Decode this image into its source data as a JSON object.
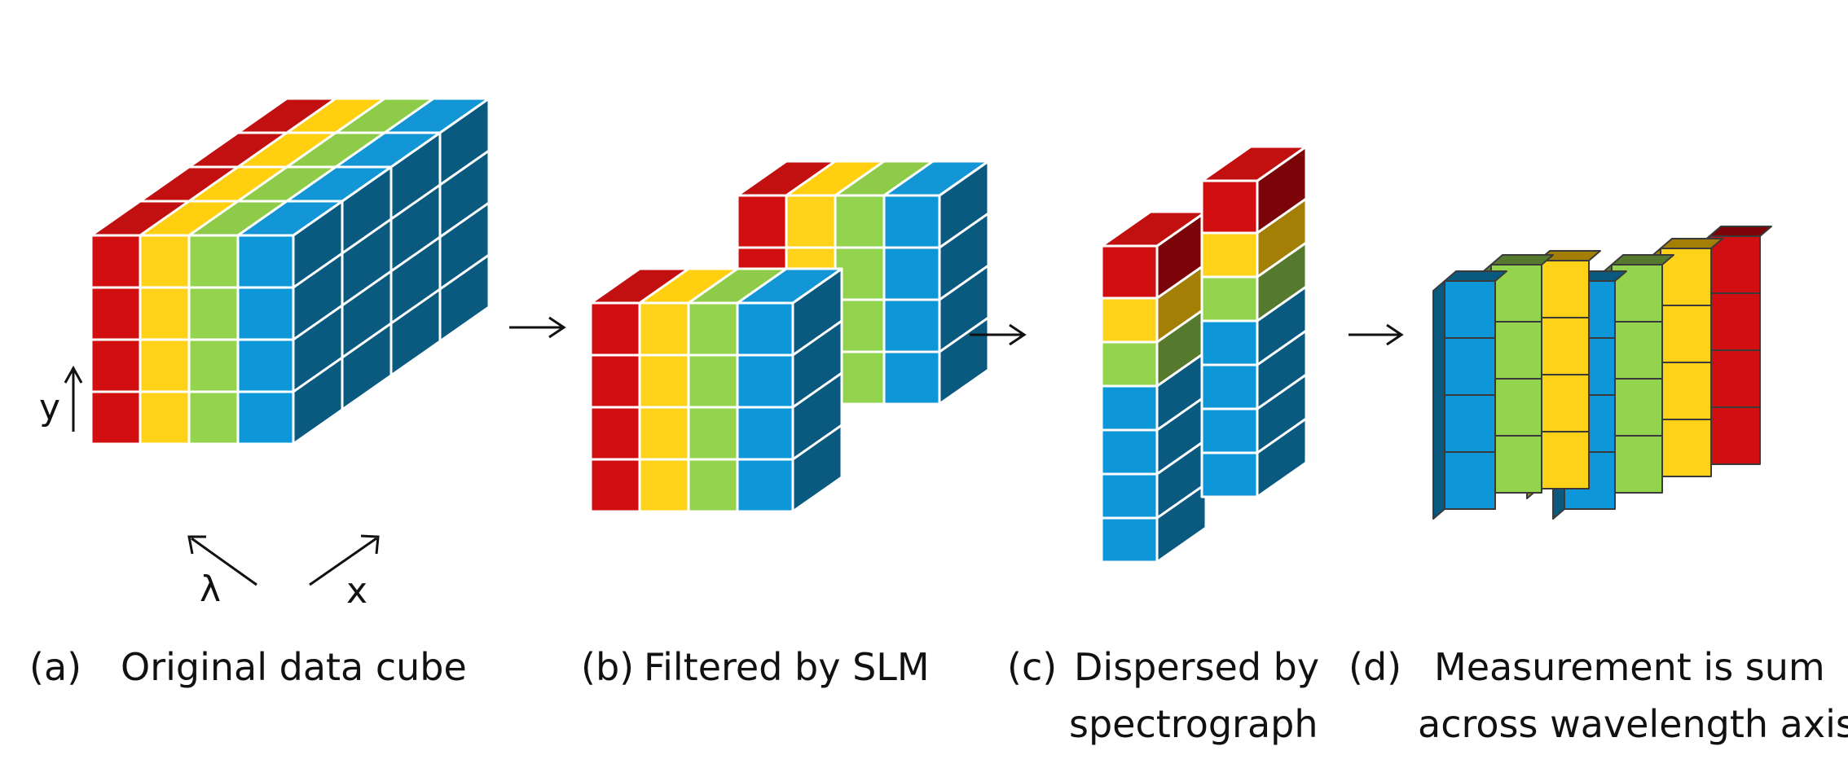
{
  "colors": {
    "red": {
      "front": "#d10f10",
      "side": "#7a0408",
      "top": "#c20f10"
    },
    "yellow": {
      "front": "#ffd21a",
      "side": "#a37f05",
      "top": "#ffcf10"
    },
    "green": {
      "front": "#93d34e",
      "side": "#557a2e",
      "top": "#8dcb48"
    },
    "blue": {
      "front": "#0d97d8",
      "side": "#0a5a80",
      "top": "#1296d6"
    },
    "edge": "#ffffff",
    "stack_edge": "#3a3a3a"
  },
  "axes": {
    "y": "y",
    "lambda": "λ",
    "x": "x"
  },
  "panels": {
    "a": {
      "tag": "(a)",
      "caption": "Original data cube"
    },
    "b": {
      "tag": "(b)",
      "caption": "Filtered by SLM"
    },
    "c": {
      "tag": "(c)",
      "caption_line1": "Dispersed by",
      "caption_line2": "spectrograph"
    },
    "d": {
      "tag": "(d)",
      "caption_line1": "Measurement is sum",
      "caption_line2": "across wavelength axis"
    }
  },
  "arrows": [
    "right-arrow",
    "right-arrow",
    "right-arrow"
  ]
}
